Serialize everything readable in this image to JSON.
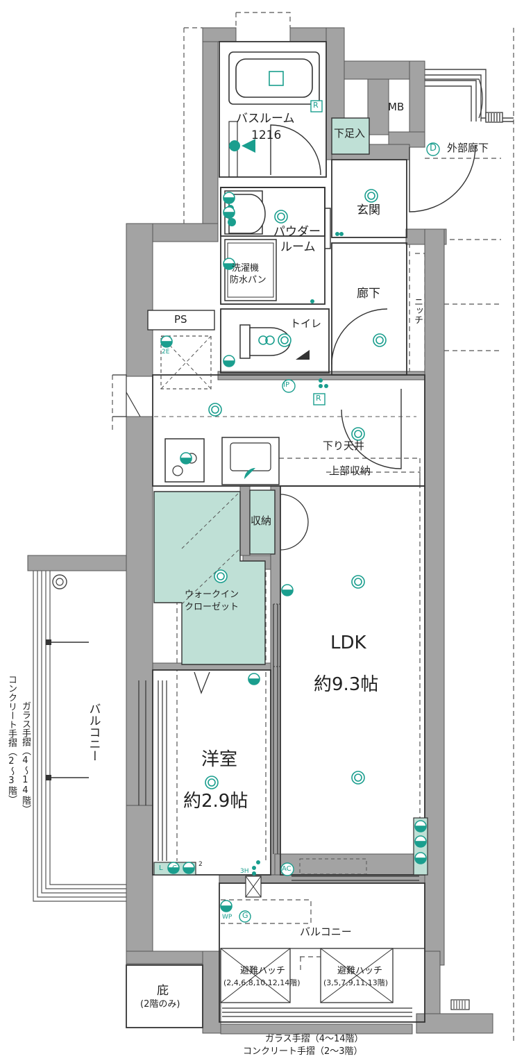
{
  "rooms": {
    "bath": {
      "name": "バスルーム",
      "size": "1216"
    },
    "mb": "MB",
    "shoe": "下足入",
    "corridor_ext": "外部廊下",
    "corridor_ext_mark": "D",
    "entrance": "玄関",
    "powder": {
      "line1": "パウダー",
      "line2": "ルーム"
    },
    "washer": {
      "line1": "洗濯機",
      "line2": "防水パン"
    },
    "hall": "廊下",
    "niche": "ニッチ",
    "ps": "PS",
    "toilet": "トイレ",
    "ceiling_down": "下り天井",
    "upper_storage": "上部収納",
    "storage": "収納",
    "wic": {
      "line1": "ウォークイン",
      "line2": "クローゼット"
    },
    "ldk": {
      "name": "LDK",
      "size": "約9.3帖"
    },
    "western": {
      "name": "洋室",
      "size": "約2.9帖"
    },
    "balcony_side": "バルコニー",
    "balcony_bottom": "バルコニー",
    "rail_side_1": "ガラス手摺（4〜14階）",
    "rail_side_2": "コンクリート手摺（2〜3階）",
    "hatch_a": {
      "name": "避難ハッチ",
      "floors": "(2,4,6,8,10,12,14階)"
    },
    "hatch_b": {
      "name": "避難ハッチ",
      "floors": "(3,5,7,9,11,13階)"
    },
    "eave": {
      "name": "庇",
      "note": "(2階のみ)"
    },
    "rail_bottom_1": "ガラス手摺（4〜14階）",
    "rail_bottom_2": "コンクリート手摺（2〜3階）"
  },
  "symbols": {
    "r": "R",
    "ip": "IP",
    "ac": "AC",
    "g": "G",
    "wp": "WP",
    "l": "L",
    "c": "C",
    "num2": "2",
    "e2": "2E",
    "h3": "3H"
  },
  "colors": {
    "wall": "#a3a3a3",
    "wall_edge": "#555555",
    "closet": "#bfe0d6",
    "equip": "#1a9e8e",
    "line": "#333333",
    "dash": "#555555"
  }
}
